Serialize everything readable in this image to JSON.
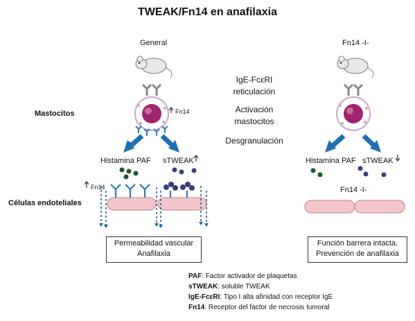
{
  "title": "TWEAK/Fn14 en anafilaxia",
  "left": {
    "heading": "General",
    "fn14_cell": "Fn14",
    "histamina_paf": "Histamina PAF",
    "stweak": "sTWEAK",
    "fn14_endo": "Fn14",
    "box_line1": "Permeabilidad vascular",
    "box_line2": "Anafilaxia"
  },
  "right": {
    "heading": "Fn14 -I-",
    "histamina_paf": "Histamina PAF",
    "stweak": "sTWEAK",
    "fn14_label": "Fn14 -I-",
    "box_line1": "Función barrera intacta.",
    "box_line2": "Prevención de anafilaxia"
  },
  "middle": {
    "step1_line1": "IgE-FcεRI",
    "step1_line2": "reticulación",
    "step2_line1": "Activación",
    "step2_line2": "mastocitos",
    "step3": "Desgranulación"
  },
  "row_labels": {
    "mastocitos": "Mastocitos",
    "endoteliales": "Células endoteliales"
  },
  "legend": [
    {
      "term": "PAF",
      "text": ": Factor activador de plaquetas"
    },
    {
      "term": "sTWEAK",
      "text": ": soluble TWEAK"
    },
    {
      "term": "IgE-FcεRI",
      "text": ": Tipo I alta afinidad con receptor IgE"
    },
    {
      "term": "Fn14",
      "text": ": Receptor del factor de necrosis tumoral"
    }
  ],
  "colors": {
    "arrow": "#1f6fb7",
    "receptor": "#2a79c2",
    "cell_fill": "#f3c6cc",
    "nucleus": "#a0236e",
    "granule_green": "#1e5a2a",
    "granule_purple": "#3a3f78"
  }
}
